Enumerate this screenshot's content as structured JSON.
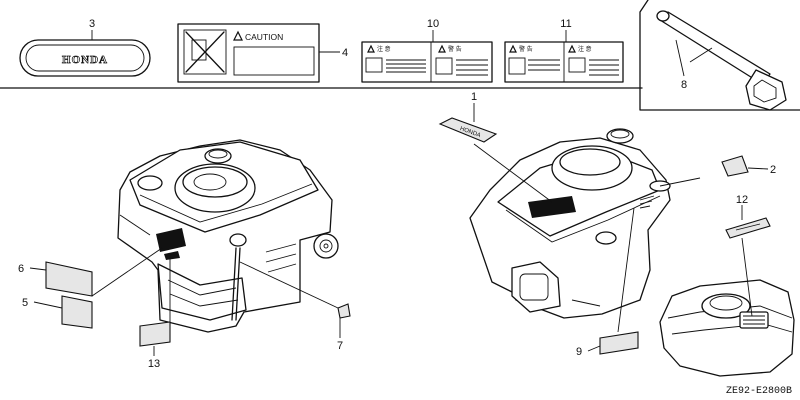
{
  "callouts": {
    "c1": "1",
    "c2": "2",
    "c3": "3",
    "c4": "4",
    "c5": "5",
    "c6": "6",
    "c7": "7",
    "c8": "8",
    "c9": "9",
    "c10": "10",
    "c11": "11",
    "c12": "12",
    "c13": "13"
  },
  "labels": {
    "honda_emblem": "HONDA",
    "caution_label": "CAUTION"
  },
  "diagram_code": "ZE92-E2800B"
}
